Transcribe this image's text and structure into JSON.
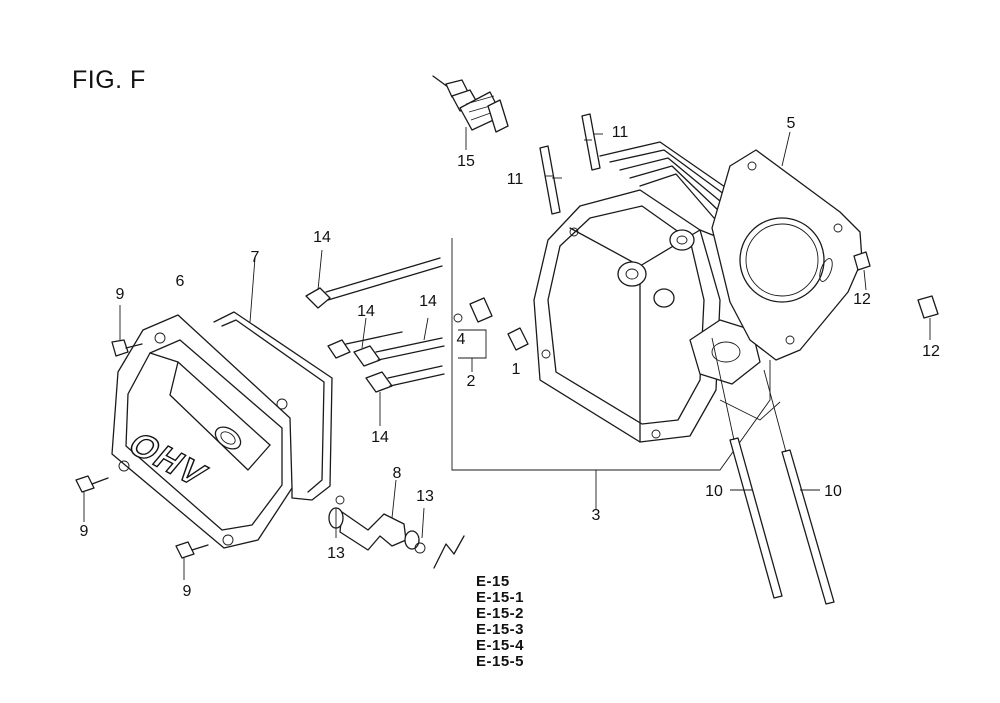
{
  "figure": {
    "title": "FIG. F"
  },
  "callouts": {
    "c1": "1",
    "c2": "2",
    "c3": "3",
    "c4": "4",
    "c5": "5",
    "c6": "6",
    "c7": "7",
    "c8": "8",
    "c9a": "9",
    "c9b": "9",
    "c9c": "9",
    "c10a": "10",
    "c10b": "10",
    "c11a": "11",
    "c11b": "11",
    "c12a": "12",
    "c12b": "12",
    "c13a": "13",
    "c13b": "13",
    "c14a": "14",
    "c14b": "14",
    "c14c": "14",
    "c14d": "14",
    "c15": "15"
  },
  "references": [
    "E-15",
    "E-15-1",
    "E-15-2",
    "E-15-3",
    "E-15-4",
    "E-15-5"
  ],
  "cover_text": "OHV"
}
